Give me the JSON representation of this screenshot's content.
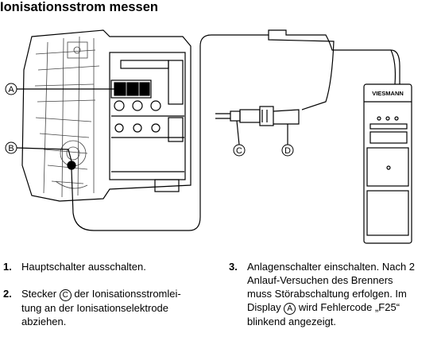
{
  "title": "Ionisationsstrom messen",
  "figure": {
    "callouts": {
      "a": "A",
      "b": "B",
      "c": "C",
      "d": "D"
    },
    "brand": "VIESMANN"
  },
  "steps": [
    {
      "num": "1.",
      "text": "Hauptschalter ausschalten."
    },
    {
      "num": "2.",
      "pre": "Stecker",
      "marker": "C",
      "line1_rest": "der Ionisationsstromlei-",
      "line2": "tung an der Ionisationselektrode",
      "line3": "abziehen."
    },
    {
      "num": "3.",
      "line1": "Anlagenschalter einschalten. Nach 2",
      "line2": "Anlauf-Versuchen des Brenners",
      "line3": "muss Störabschaltung erfolgen. Im",
      "pre4": "Display",
      "marker": "A",
      "rest4": "wird Fehlercode „F25“",
      "line5": "blinkend angezeigt."
    }
  ]
}
